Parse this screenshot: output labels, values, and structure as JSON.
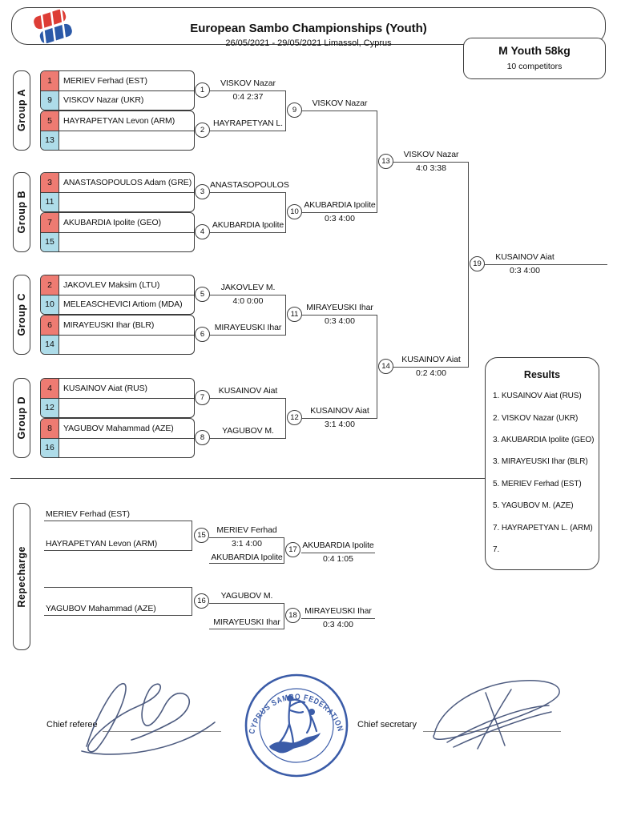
{
  "header": {
    "title": "European Sambo Championships (Youth)",
    "subtitle": "26/05/2021 - 29/05/2021 Limassol, Cyprus"
  },
  "category": {
    "name": "M Youth 58kg",
    "competitors": "10 competitors"
  },
  "groups": [
    {
      "label": "Group A",
      "rows": [
        {
          "seed": "1",
          "name": "MERIEV Ferhad (EST)"
        },
        {
          "seed": "9",
          "name": "VISKOV Nazar (UKR)"
        },
        {
          "seed": "5",
          "name": "HAYRAPETYAN Levon (ARM)"
        },
        {
          "seed": "13",
          "name": ""
        }
      ]
    },
    {
      "label": "Group B",
      "rows": [
        {
          "seed": "3",
          "name": "ANASTASOPOULOS Adam (GRE)"
        },
        {
          "seed": "11",
          "name": ""
        },
        {
          "seed": "7",
          "name": "AKUBARDIA Ipolite (GEO)"
        },
        {
          "seed": "15",
          "name": ""
        }
      ]
    },
    {
      "label": "Group C",
      "rows": [
        {
          "seed": "2",
          "name": "JAKOVLEV Maksim (LTU)"
        },
        {
          "seed": "10",
          "name": "MELEASCHEVICI Artiom (MDA)"
        },
        {
          "seed": "6",
          "name": "MIRAYEUSKI Ihar (BLR)"
        },
        {
          "seed": "14",
          "name": ""
        }
      ]
    },
    {
      "label": "Group D",
      "rows": [
        {
          "seed": "4",
          "name": "KUSAINOV Aiat (RUS)"
        },
        {
          "seed": "12",
          "name": ""
        },
        {
          "seed": "8",
          "name": "YAGUBOV Mahammad (AZE)"
        },
        {
          "seed": "16",
          "name": ""
        }
      ]
    }
  ],
  "matches": {
    "m1": {
      "no": "1",
      "winner": "VISKOV Nazar",
      "score": "0:4 2:37"
    },
    "m2": {
      "no": "2",
      "winner": "HAYRAPETYAN L.",
      "score": ""
    },
    "m3": {
      "no": "3",
      "winner": "ANASTASOPOULOS",
      "score": ""
    },
    "m4": {
      "no": "4",
      "winner": "AKUBARDIA Ipolite",
      "score": ""
    },
    "m5": {
      "no": "5",
      "winner": "JAKOVLEV M.",
      "score": "4:0 0:00"
    },
    "m6": {
      "no": "6",
      "winner": "MIRAYEUSKI Ihar",
      "score": ""
    },
    "m7": {
      "no": "7",
      "winner": "KUSAINOV Aiat",
      "score": ""
    },
    "m8": {
      "no": "8",
      "winner": "YAGUBOV M.",
      "score": ""
    },
    "m9": {
      "no": "9",
      "winner": "VISKOV Nazar",
      "score": ""
    },
    "m10": {
      "no": "10",
      "winner": "AKUBARDIA Ipolite",
      "score": "0:3 4:00"
    },
    "m11": {
      "no": "11",
      "winner": "MIRAYEUSKI Ihar",
      "score": "0:3 4:00"
    },
    "m12": {
      "no": "12",
      "winner": "KUSAINOV Aiat",
      "score": "3:1 4:00"
    },
    "m13": {
      "no": "13",
      "winner": "VISKOV Nazar",
      "score": "4:0 3:38"
    },
    "m14": {
      "no": "14",
      "winner": "KUSAINOV Aiat",
      "score": "0:2 4:00"
    },
    "m19": {
      "no": "19",
      "winner": "KUSAINOV Aiat",
      "score": "0:3 4:00"
    }
  },
  "repechage": {
    "label": "Repecharge",
    "top": {
      "entry1": "MERIEV Ferhad (EST)",
      "entry2": "HAYRAPETYAN Levon (ARM)",
      "m15": {
        "no": "15",
        "winner": "MERIEV Ferhad",
        "score": "3:1 4:00"
      },
      "entry3": "AKUBARDIA Ipolite",
      "m17": {
        "no": "17",
        "winner": "AKUBARDIA Ipolite",
        "score": "0:4 1:05"
      }
    },
    "bottom": {
      "entry1": "",
      "entry2": "YAGUBOV Mahammad (AZE)",
      "m16": {
        "no": "16",
        "winner": "YAGUBOV M.",
        "score": ""
      },
      "entry3": "MIRAYEUSKI Ihar",
      "m18": {
        "no": "18",
        "winner": "MIRAYEUSKI Ihar",
        "score": "0:3 4:00"
      }
    }
  },
  "results": {
    "title": "Results",
    "items": [
      "1. KUSAINOV Aiat (RUS)",
      "2. VISKOV Nazar (UKR)",
      "3. AKUBARDIA Ipolite (GEO)",
      "3. MIRAYEUSKI Ihar (BLR)",
      "5. MERIEV Ferhad (EST)",
      "5. YAGUBOV M. (AZE)",
      "7. HAYRAPETYAN L. (ARM)",
      "7."
    ]
  },
  "footer": {
    "chief_referee": "Chief referee",
    "chief_secretary": "Chief secretary",
    "stamp_text": "CYPRUS SAMBO FEDERATION"
  },
  "colors": {
    "seed_red": "#ee7b72",
    "seed_blue": "#aedce9",
    "stamp_blue": "#3b5ca8",
    "ink": "#4e5c80"
  }
}
